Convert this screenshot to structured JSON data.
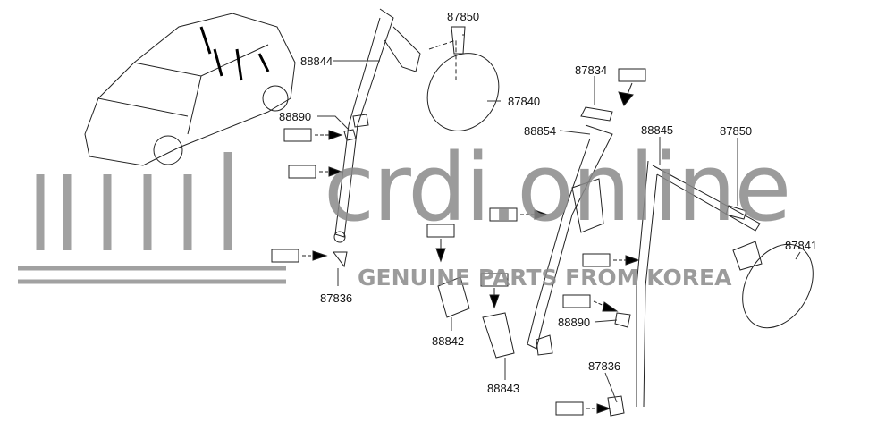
{
  "labels": {
    "p87850a": "87850",
    "p88844": "88844",
    "p87840": "87840",
    "p88890a": "88890",
    "p87834": "87834",
    "p88845": "88845",
    "p88854": "88854",
    "p87850b": "87850",
    "p87841": "87841",
    "p87836a": "87836",
    "p88842": "88842",
    "p88843": "88843",
    "p88890b": "88890",
    "p87836b": "87836"
  },
  "watermark": {
    "title": "crdi.online",
    "subtitle": "GENUINE PARTS FROM KOREA"
  }
}
